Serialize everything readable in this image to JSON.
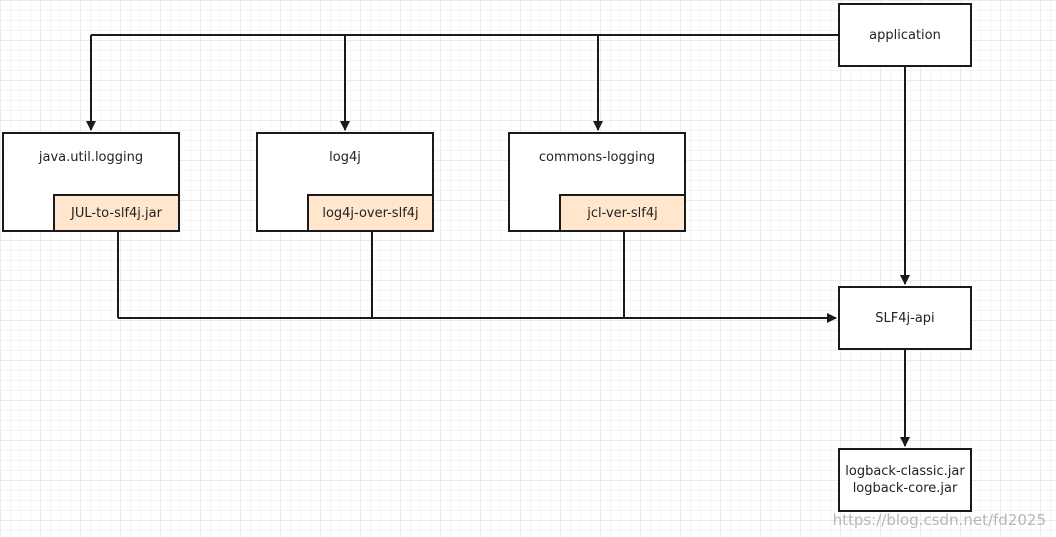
{
  "nodes": {
    "application": "application",
    "java_util_logging": "java.util.logging",
    "jul_to_slf4j": "JUL-to-slf4j.jar",
    "log4j": "log4j",
    "log4j_over_slf4j": "log4j-over-slf4j",
    "commons_logging": "commons-logging",
    "jcl_ver_slf4j": "jcl-ver-slf4j",
    "slf4j_api": "SLF4j-api",
    "logback_classic": "logback-classic.jar",
    "logback_core": "logback-core.jar"
  },
  "colors": {
    "bridge_fill": "#ffe6cc",
    "stroke": "#1a1a1a"
  },
  "watermark": "https://blog.csdn.net/fd2025"
}
